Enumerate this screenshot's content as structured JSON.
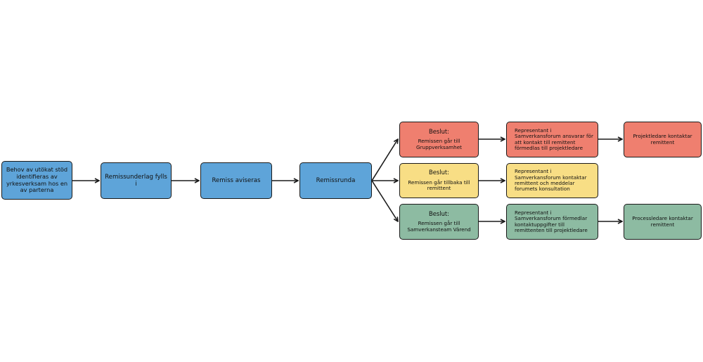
{
  "colors": {
    "blue": "#5ea4d9",
    "red": "#ef7f6f",
    "yellow": "#f8de85",
    "green": "#8dbba2",
    "border": "#1a1a1a"
  },
  "nodes": {
    "need": "Behov av utökat stöd identifieras av yrkesverksam hos en av parterna",
    "form": "Remissunderlag fylls i",
    "notify": "Remiss aviseras",
    "round": "Remissrunda",
    "decision_group": {
      "heading": "Beslut:",
      "text": "Remissen går till Gruppverksamhet"
    },
    "decision_back": {
      "heading": "Beslut:",
      "text": "Remissen går tillbaka till remittent"
    },
    "decision_team": {
      "heading": "Beslut:",
      "text": "Remissen går till Samverkansteam Värend"
    },
    "rep_group": "Representant i Samverkansforum ansvarar för att kontakt till remittent förmedlas till projektledare",
    "rep_back": "Representant i Samverkansforum kontaktar remittent och meddelar forumets konsultation",
    "rep_team": "Representant i Samverkansforum förmedlar kontaktuppgifter till remittenten till projektledare",
    "pm_contact": "Projektledare kontaktar remittent",
    "process_contact": "Processledare kontaktar remittent"
  }
}
